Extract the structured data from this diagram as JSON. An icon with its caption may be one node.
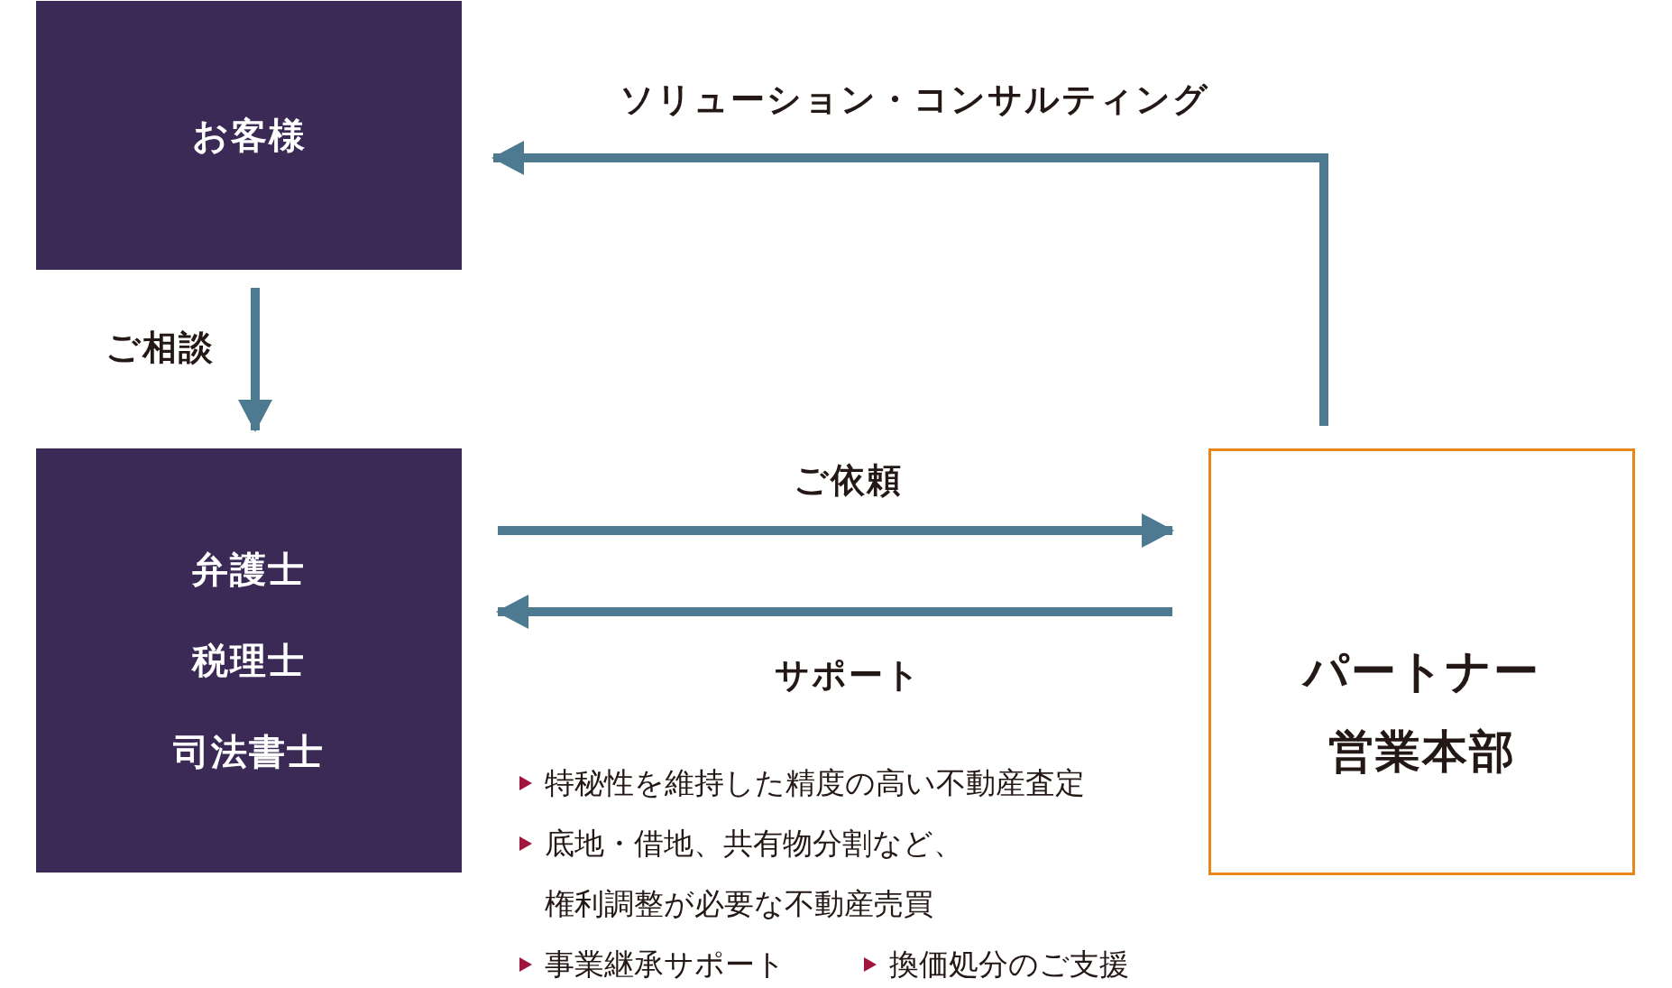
{
  "diagram": {
    "nodes": [
      {
        "text": [
          "お客様"
        ]
      },
      {
        "text": [
          "弁護士",
          "税理士",
          "司法書士"
        ]
      },
      {
        "text": [
          "パートナー",
          "営業本部"
        ]
      }
    ],
    "edges": [
      {
        "from": 0,
        "to": 1,
        "arrow": "to",
        "label": "ご相談"
      },
      {
        "from": 2,
        "to": 0,
        "arrow": "to",
        "label": "ソリューション・コンサルティング"
      },
      {
        "from": 1,
        "to": 2,
        "arrow": "to",
        "label": "ご依頼"
      },
      {
        "from": 2,
        "to": 1,
        "arrow": "to",
        "label": "サポート"
      }
    ],
    "labels": [
      "特秘性を維持した精度の高い不動産査定",
      "底地・借地、共有物分割など、権利調整が必要な不動産売買",
      "事業継承サポート",
      "換価処分のご支援"
    ]
  }
}
